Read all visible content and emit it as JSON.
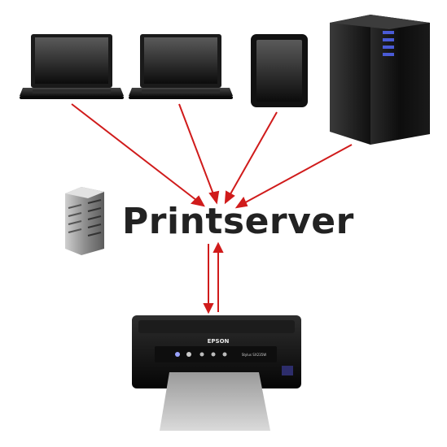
{
  "diagram": {
    "center_label": "Printserver",
    "printer_brand": "EPSON",
    "printer_model": "Stylus SX235W",
    "arrow_color": "#d01b1b"
  },
  "nodes": [
    {
      "name": "laptop-left",
      "kind": "laptop-icon"
    },
    {
      "name": "laptop-right",
      "kind": "laptop-icon"
    },
    {
      "name": "tablet",
      "kind": "tablet-icon"
    },
    {
      "name": "desktop-tower",
      "kind": "server-tower-icon"
    },
    {
      "name": "server-rack",
      "kind": "server-rack-icon"
    },
    {
      "name": "printer",
      "kind": "printer-icon"
    }
  ]
}
